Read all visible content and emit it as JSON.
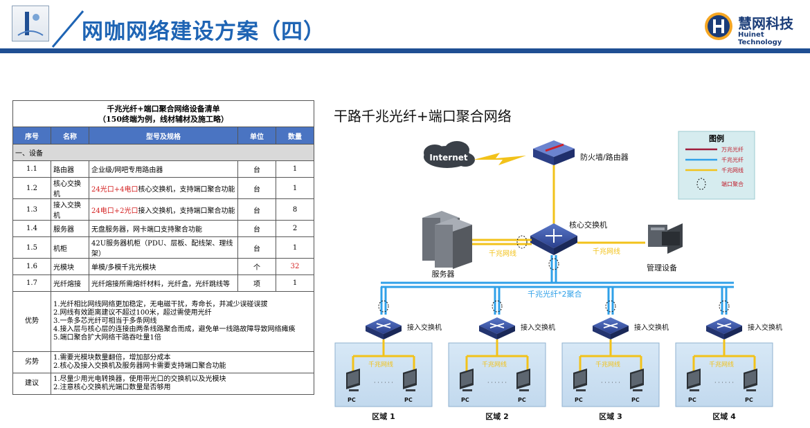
{
  "header": {
    "title": "网咖网络建设方案（四）",
    "brand_cn": "慧网科技",
    "brand_en": "Huinet Technology"
  },
  "table": {
    "caption_line1": "千兆光纤+端口聚合网络设备清单",
    "caption_line2": "（150终端为例，线材辅材及施工略）",
    "columns": [
      "序号",
      "名称",
      "型号及规格",
      "单位",
      "数量"
    ],
    "section": "一、设备",
    "rows": [
      {
        "no": "1.1",
        "name": "路由器",
        "spec_red": "",
        "spec": "企业级/网吧专用路由器",
        "unit": "台",
        "qty": "1"
      },
      {
        "no": "1.2",
        "name": "核心交换机",
        "spec_red": "24光口+4电口",
        "spec": "核心交换机，支持端口聚合功能",
        "unit": "台",
        "qty": "1"
      },
      {
        "no": "1.3",
        "name": "接入交换机",
        "spec_red": "24电口+2光口",
        "spec": "接入交换机，支持端口聚合功能",
        "unit": "台",
        "qty": "8"
      },
      {
        "no": "1.4",
        "name": "服务器",
        "spec_red": "",
        "spec": "无盘服务器，网卡端口支持聚合功能",
        "unit": "台",
        "qty": "2"
      },
      {
        "no": "1.5",
        "name": "机柜",
        "spec_red": "",
        "spec": "42U服务器机柜（PDU、层板、配线架、理线架）",
        "unit": "台",
        "qty": "1"
      },
      {
        "no": "1.6",
        "name": "光模块",
        "spec_red": "",
        "spec": "单模/多模千兆光模块",
        "unit": "个",
        "qty": "32"
      },
      {
        "no": "1.7",
        "name": "光纤熔接",
        "spec_red": "",
        "spec": "光纤熔接所需熔纤材料，光纤盒，光纤跳线等",
        "unit": "项",
        "qty": "1"
      }
    ],
    "advantages_label": "优势",
    "advantages": [
      "1.光纤相比网线网络更加稳定，无电磁干扰，寿命长，并减少误碰误拔",
      "2.网线有效距离建议不超过100米，超过需使用光纤",
      "3.一条多芯光纤可相当于多条网线",
      "4.接入层与核心层的连接由两条线路聚合而成，避免单一线路故障导致网络瘫痪",
      "5.端口聚合扩大网络干路吞吐量1倍"
    ],
    "disadvantages_label": "劣势",
    "disadvantages": [
      "1.需要光模块数量翻倍，增加部分成本",
      "2.核心及接入交换机及服务器网卡需要支持端口聚合功能"
    ],
    "suggestions_label": "建议",
    "suggestions": [
      "1.尽量少用光电转换器，使用带光口的交换机以及光模块",
      "2.注意核心交换机光端口数量是否够用"
    ]
  },
  "diagram": {
    "title": "干路千兆光纤+端口聚合网络",
    "internet": "Internet",
    "firewall": "防火墙/路由器",
    "core_switch": "核心交换机",
    "server": "服务器",
    "mgmt": "管理设备",
    "gigabit_label": "千兆网线",
    "gigabit_label_right": "千兆网线",
    "fiber_agg_label": "千兆光纤*2聚合",
    "access_switch": "接入交换机",
    "pc": "PC",
    "dots": "· · · · · ·",
    "zone_gigabit": "千兆网线",
    "zones": [
      "区域 1",
      "区域 2",
      "区域 3",
      "区域 4"
    ],
    "legend": {
      "title": "图例",
      "items": [
        "万兆光纤",
        "千兆光纤",
        "千兆网线",
        "端口聚合"
      ]
    },
    "colors": {
      "ten_gig_fiber": "#a01c3c",
      "gig_fiber": "#2fa0e8",
      "gig_cable": "#f2c21a"
    }
  }
}
